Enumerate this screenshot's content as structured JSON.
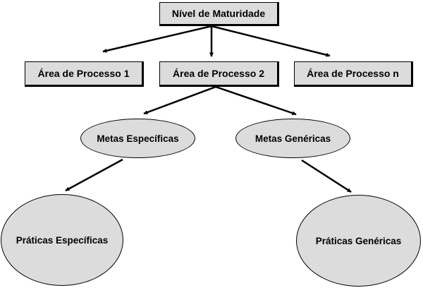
{
  "diagram": {
    "root": {
      "label": "Nível de Maturidade"
    },
    "process_areas": [
      {
        "label": "Área de Processo 1"
      },
      {
        "label": "Área de Processo 2"
      },
      {
        "label": "Área de Processo n"
      }
    ],
    "goals": [
      {
        "label": "Metas Específicas"
      },
      {
        "label": "Metas Genéricas"
      }
    ],
    "practices": [
      {
        "label": "Práticas Específicas"
      },
      {
        "label": "Práticas Genéricas"
      }
    ]
  }
}
